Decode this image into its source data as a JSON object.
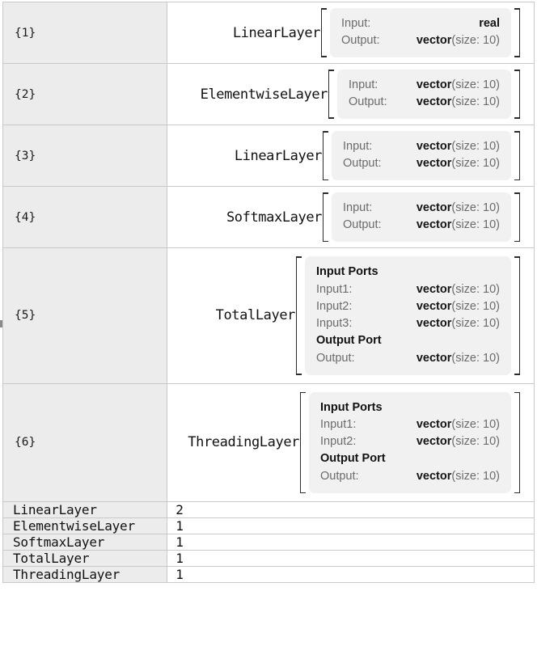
{
  "table": {
    "layer_rows": [
      {
        "key": "{1}",
        "head": "LinearLayer",
        "panel_style": "w-a",
        "ports": [
          {
            "kind": "port",
            "label": "Input:",
            "type": "real",
            "dim": ""
          },
          {
            "kind": "port",
            "label": "Output:",
            "type": "vector",
            "dim": "(size: 10)"
          }
        ]
      },
      {
        "key": "{2}",
        "head": "ElementwiseLayer",
        "panel_style": "w-b",
        "ports": [
          {
            "kind": "port",
            "label": "Input:",
            "type": "vector",
            "dim": "(size: 10)"
          },
          {
            "kind": "port",
            "label": "Output:",
            "type": "vector",
            "dim": "(size: 10)"
          }
        ]
      },
      {
        "key": "{3}",
        "head": "LinearLayer",
        "panel_style": "w-c",
        "ports": [
          {
            "kind": "port",
            "label": "Input:",
            "type": "vector",
            "dim": "(size: 10)"
          },
          {
            "kind": "port",
            "label": "Output:",
            "type": "vector",
            "dim": "(size: 10)"
          }
        ]
      },
      {
        "key": "{4}",
        "head": "SoftmaxLayer",
        "panel_style": "w-c",
        "ports": [
          {
            "kind": "port",
            "label": "Input:",
            "type": "vector",
            "dim": "(size: 10)"
          },
          {
            "kind": "port",
            "label": "Output:",
            "type": "vector",
            "dim": "(size: 10)"
          }
        ]
      },
      {
        "key": "{5}",
        "head": "TotalLayer",
        "panel_style": "w-d",
        "ports": [
          {
            "kind": "section",
            "label": "Input Ports"
          },
          {
            "kind": "port",
            "label": "Input1:",
            "type": "vector",
            "dim": "(size: 10)"
          },
          {
            "kind": "port",
            "label": "Input2:",
            "type": "vector",
            "dim": "(size: 10)"
          },
          {
            "kind": "port",
            "label": "Input3:",
            "type": "vector",
            "dim": "(size: 10)"
          },
          {
            "kind": "section",
            "label": "Output Port"
          },
          {
            "kind": "port",
            "label": "Output:",
            "type": "vector",
            "dim": "(size: 10)"
          }
        ]
      },
      {
        "key": "{6}",
        "head": "ThreadingLayer",
        "panel_style": "w-e",
        "ports": [
          {
            "kind": "section",
            "label": "Input Ports"
          },
          {
            "kind": "port",
            "label": "Input1:",
            "type": "vector",
            "dim": "(size: 10)"
          },
          {
            "kind": "port",
            "label": "Input2:",
            "type": "vector",
            "dim": "(size: 10)"
          },
          {
            "kind": "section",
            "label": "Output Port"
          },
          {
            "kind": "port",
            "label": "Output:",
            "type": "vector",
            "dim": "(size: 10)"
          }
        ]
      }
    ],
    "count_rows": [
      {
        "key": "LinearLayer",
        "value": "2"
      },
      {
        "key": "ElementwiseLayer",
        "value": "1"
      },
      {
        "key": "SoftmaxLayer",
        "value": "1"
      },
      {
        "key": "TotalLayer",
        "value": "1"
      },
      {
        "key": "ThreadingLayer",
        "value": "1"
      }
    ]
  },
  "colors": {
    "key_cell_bg": "#ececec",
    "value_cell_bg": "#ffffff",
    "grid_line": "#c9c9c9",
    "panel_bg": "#f1f1f1",
    "label_text": "#6b6b6b",
    "value_text": "#141414"
  }
}
